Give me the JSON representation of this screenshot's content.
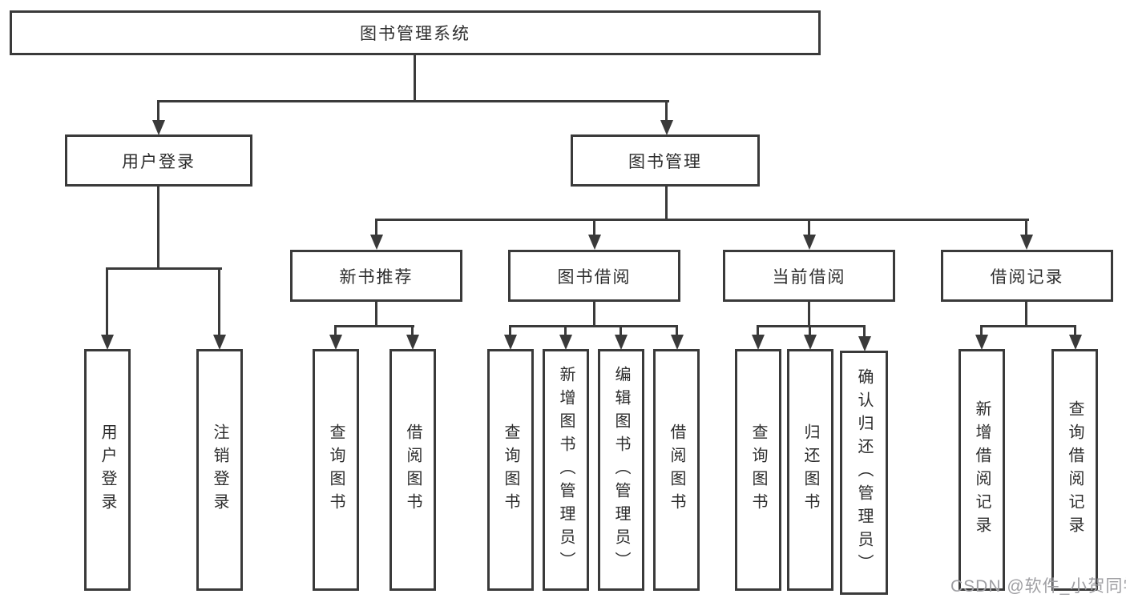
{
  "diagram": {
    "root": {
      "label": "图书管理系统"
    },
    "level2": [
      {
        "id": "user-login",
        "label": "用户登录"
      },
      {
        "id": "book-management",
        "label": "图书管理"
      }
    ],
    "level3": [
      {
        "id": "new-book-recommend",
        "label": "新书推荐"
      },
      {
        "id": "book-borrowing",
        "label": "图书借阅"
      },
      {
        "id": "current-borrowing",
        "label": "当前借阅"
      },
      {
        "id": "borrowing-records",
        "label": "借阅记录"
      }
    ],
    "leaves": [
      {
        "id": "user-login",
        "label": "用户登录"
      },
      {
        "id": "logout",
        "label": "注销登录"
      },
      {
        "id": "query-books-recommend",
        "label": "查询图书"
      },
      {
        "id": "borrow-books-recommend",
        "label": "借阅图书"
      },
      {
        "id": "query-books-borrowing",
        "label": "查询图书"
      },
      {
        "id": "add-book-admin",
        "label": "新增图书（管理员）"
      },
      {
        "id": "edit-book-admin",
        "label": "编辑图书（管理员）"
      },
      {
        "id": "borrow-books-borrowing",
        "label": "借阅图书"
      },
      {
        "id": "query-books-current",
        "label": "查询图书"
      },
      {
        "id": "return-books",
        "label": "归还图书"
      },
      {
        "id": "confirm-return-admin",
        "label": "确认归还（管理员）"
      },
      {
        "id": "add-borrow-record",
        "label": "新增借阅记录"
      },
      {
        "id": "query-borrow-record",
        "label": "查询借阅记录"
      }
    ],
    "watermark": "CSDN @软件_小贺同学",
    "colors": {
      "line": "#3a3a3a",
      "text": "#2d2d2d",
      "watermark": "#9f9fa3",
      "background": "#ffffff"
    }
  }
}
